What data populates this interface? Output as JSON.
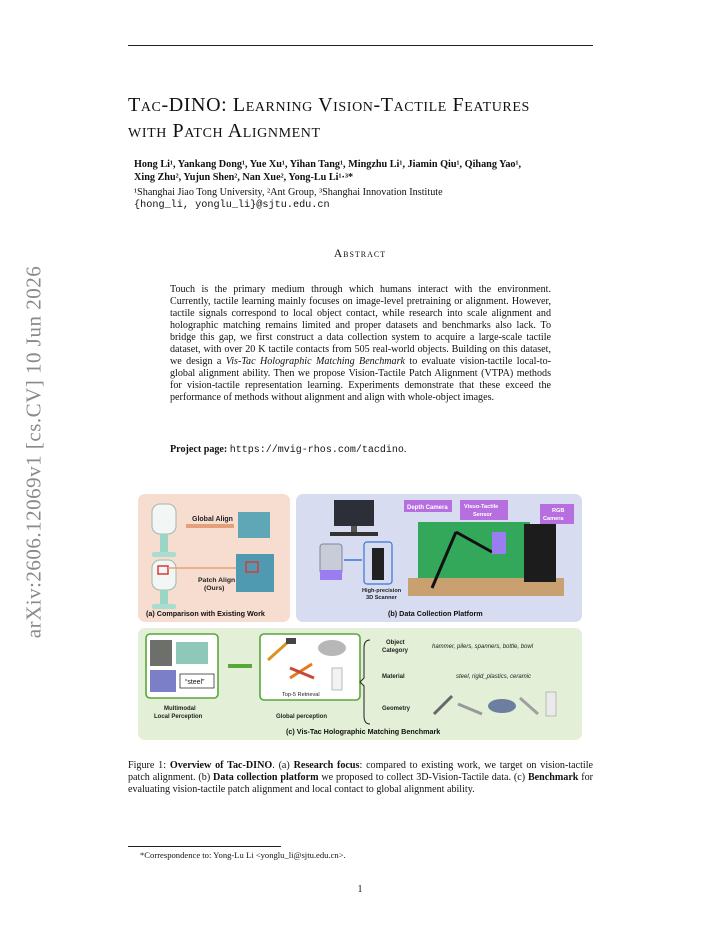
{
  "arxiv_id": "arXiv:2606.12069v1  [cs.CV]  10 Jun 2026",
  "title_line1": "Tac-DINO: Learning Vision-Tactile Features",
  "title_line2": "with Patch Alignment",
  "authors_line1": "Hong Li¹, Yankang Dong¹, Yue Xu¹, Yihan Tang¹, Mingzhu Li¹, Jiamin Qiu¹, Qihang Yao¹,",
  "authors_line2": "Xing Zhu², Yujun Shen², Nan Xue², Yong-Lu Li¹·³*",
  "affiliations": "¹Shanghai Jiao Tong University, ²Ant Group, ³Shanghai Innovation Institute",
  "email": "{hong_li, yonglu_li}@sjtu.edu.cn",
  "abstract_heading": "Abstract",
  "abstract_part1": "Touch is the primary medium through which humans interact with the environment. Currently, tactile learning mainly focuses on image-level pretraining or alignment. However, tactile signals correspond to local object contact, while research into scale alignment and holographic matching remains limited and proper datasets and benchmarks also lack. To bridge this gap, we first construct a data collection system to acquire a large-scale tactile dataset, with over 20 K tactile contacts from 505 real-world objects. Building on this dataset, we design a ",
  "abstract_emph": "Vis-Tac Holographic Matching Benchmark",
  "abstract_part2": " to evaluate vision-tactile local-to-global alignment ability. Then we propose Vision-Tactile Patch Alignment (VTPA) methods for vision-tactile representation learning. Experiments demonstrate that these exceed the performance of methods without alignment and align with whole-object images.",
  "project_label": "Project page:",
  "project_url": "https://mvig-rhos.com/tacdino",
  "figure": {
    "panel_a": {
      "global_align": "Global Align",
      "patch_align": "Patch Align",
      "ours": "(Ours)",
      "caption": "(a) Comparison with Existing Work"
    },
    "panel_b": {
      "depth_camera": "Depth Camera",
      "visuo_tactile_1": "Visuo-Tactile",
      "visuo_tactile_2": "Sensor",
      "rgb_1": "RGB",
      "rgb_2": "Camera",
      "scanner_1": "High-precision",
      "scanner_2": "3D Scanner",
      "caption": "(b) Data Collection Platform"
    },
    "panel_c": {
      "steel_tag": "“steel”",
      "multimodal_1": "Multimodal",
      "multimodal_2": "Local Perception",
      "top5": "Top-5 Retrieval",
      "global": "Global perception",
      "obj_cat_1": "Object",
      "obj_cat_2": "Category",
      "obj_cat_val": "hammer, pilers, spanners, bottle, bowl",
      "material": "Material",
      "material_val": "steel,  rigid_plastics, ceramic",
      "geometry": "Geometry",
      "caption": "(c) Vis-Tac Holographic Matching Benchmark"
    }
  },
  "caption": {
    "fig_label": "Figure 1: ",
    "b1": "Overview of Tac-DINO",
    "t1": ". (a) ",
    "b2": "Research focus",
    "t2": ": compared to existing work, we target on vision-tactile patch alignment. (b) ",
    "b3": "Data collection platform",
    "t3": " we proposed to collect 3D-Vision-Tactile data. (c) ",
    "b4": "Benchmark",
    "t4": " for evaluating vision-tactile patch alignment and local contact to global alignment ability."
  },
  "footnote": "*Correspondence to: Yong-Lu Li <yonglu_li@sjtu.edu.cn>.",
  "page_number": "1",
  "colors": {
    "panel_a_bg": "#f7ddd0",
    "panel_b_bg": "#d7dcf0",
    "panel_c_bg": "#e3efd6",
    "green_box": "#5aa63a",
    "purple_label": "#b76fe0"
  }
}
